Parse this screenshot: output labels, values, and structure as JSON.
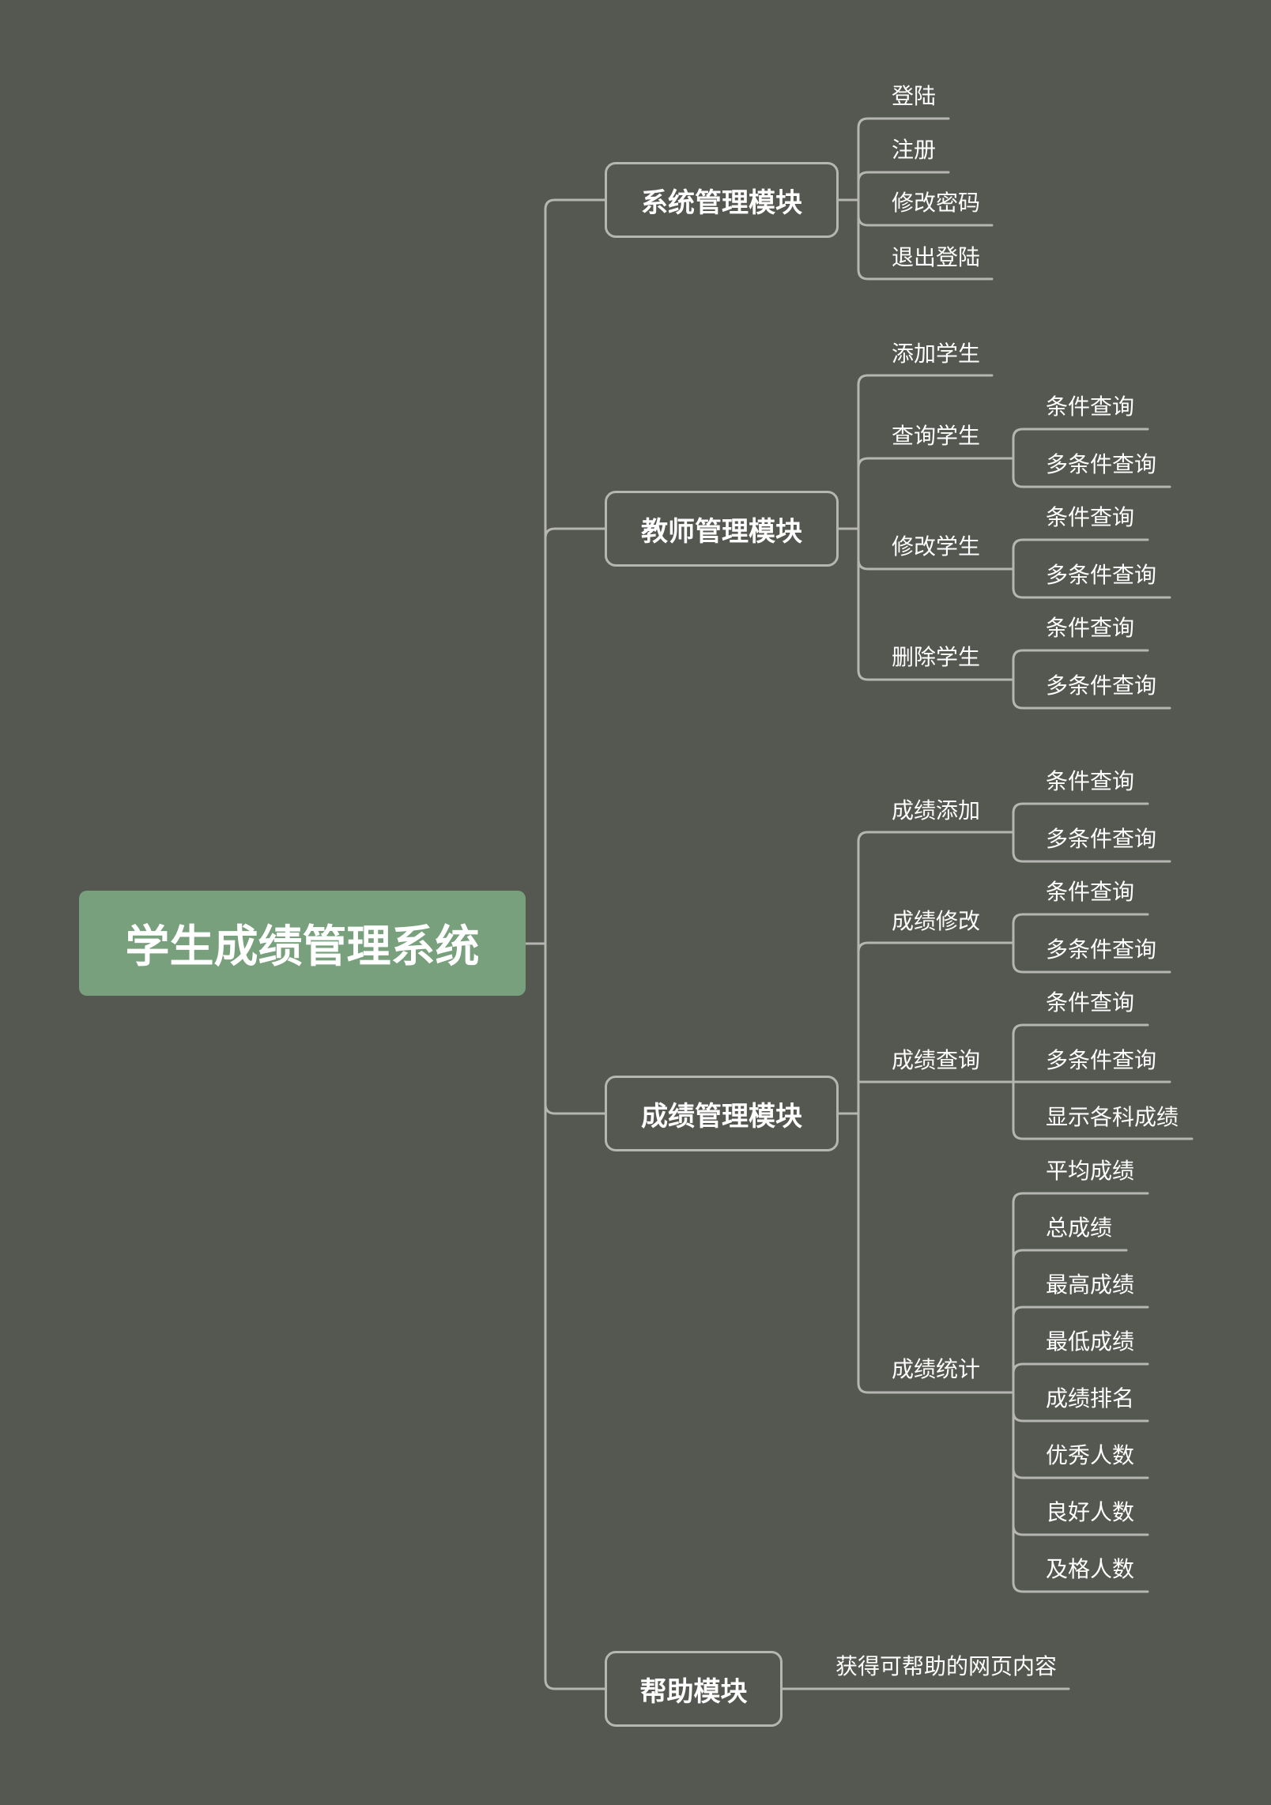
{
  "root": {
    "title": "学生成绩管理系统",
    "color": "#78a07c"
  },
  "line_color": "#b5b5b1",
  "background": "#555751",
  "modules": [
    {
      "label": "系统管理模块",
      "children": [
        {
          "label": "登陆"
        },
        {
          "label": "注册"
        },
        {
          "label": "修改密码"
        },
        {
          "label": "退出登陆"
        }
      ]
    },
    {
      "label": "教师管理模块",
      "children": [
        {
          "label": "添加学生"
        },
        {
          "label": "查询学生",
          "children": [
            "条件查询",
            "多条件查询"
          ]
        },
        {
          "label": "修改学生",
          "children": [
            "条件查询",
            "多条件查询"
          ]
        },
        {
          "label": "删除学生",
          "children": [
            "条件查询",
            "多条件查询"
          ]
        }
      ]
    },
    {
      "label": "成绩管理模块",
      "children": [
        {
          "label": "成绩添加",
          "children": [
            "条件查询",
            "多条件查询"
          ]
        },
        {
          "label": "成绩修改",
          "children": [
            "条件查询",
            "多条件查询"
          ]
        },
        {
          "label": "成绩查询",
          "children": [
            "条件查询",
            "多条件查询",
            "显示各科成绩"
          ]
        },
        {
          "label": "成绩统计",
          "children": [
            "平均成绩",
            "总成绩",
            "最高成绩",
            "最低成绩",
            "成绩排名",
            "优秀人数",
            "良好人数",
            "及格人数"
          ]
        }
      ]
    },
    {
      "label": "帮助模块",
      "children": [
        {
          "label": "获得可帮助的网页内容"
        }
      ]
    }
  ]
}
